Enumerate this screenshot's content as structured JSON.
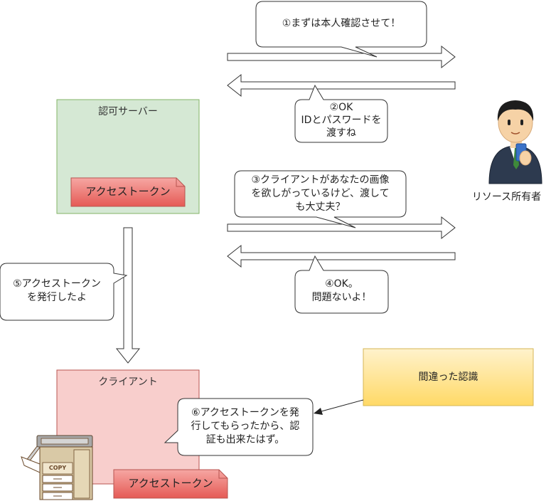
{
  "auth_server": {
    "title": "認可サーバー",
    "token_label": "アクセストークン"
  },
  "client": {
    "title": "クライアント",
    "token_label": "アクセストークン",
    "copier_label": "COPY"
  },
  "resource_owner": {
    "label": "リソース所有者"
  },
  "bubbles": {
    "b1": [
      "①まずは本人確認させて！"
    ],
    "b2": [
      "②OK",
      "IDとパスワードを",
      "渡すね"
    ],
    "b3": [
      "③クライアントがあなたの画像",
      "を欲しがっているけど、渡して",
      "も大丈夫？"
    ],
    "b4": [
      "④OK。",
      "問題ないよ！"
    ],
    "b5": [
      "⑤アクセストークン",
      "を発行したよ"
    ],
    "b6": [
      "⑥アクセストークンを発",
      "行してもらったから、認",
      "証も出来たはず。"
    ]
  },
  "note": {
    "label": "間違った認識"
  },
  "colors": {
    "auth_fill": "#d5e8d4",
    "auth_stroke": "#82b366",
    "client_fill": "#f8cecc",
    "client_stroke": "#b85450",
    "token_top": "#f6a7a3",
    "token_bottom": "#e55a55",
    "token_stroke": "#b85450",
    "note_top": "#fff2cc",
    "note_bottom": "#ffd966",
    "note_stroke": "#d6b656"
  }
}
